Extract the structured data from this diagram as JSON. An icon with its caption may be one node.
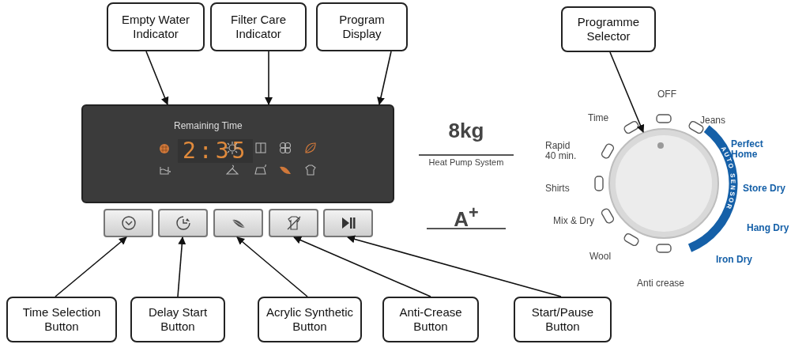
{
  "diagram": {
    "nodes": [
      {
        "text": [
          "Empty Water Indicator"
        ]
      },
      {
        "text": [
          "Filter Care Indicator"
        ]
      },
      {
        "text": [
          "Program Display"
        ]
      },
      {
        "text": [
          "Programme Selector"
        ]
      },
      {
        "text": [
          "Remaining Time",
          "2:35"
        ]
      },
      {
        "text": [],
        "shape": "circle"
      },
      {
        "text": [],
        "shape": "box"
      },
      {
        "text": [],
        "shape": "box"
      },
      {
        "text": [],
        "shape": "box"
      },
      {
        "text": [],
        "shape": "box"
      },
      {
        "text": [],
        "shape": "box"
      },
      {
        "text": [
          "Time Selection Button"
        ]
      },
      {
        "text": [
          "Delay Start Button"
        ]
      },
      {
        "text": [
          "Acrylic Synthetic Button"
        ]
      },
      {
        "text": [
          "Anti-Crease Button"
        ]
      },
      {
        "text": [
          "Start/Pause Button"
        ]
      }
    ],
    "edges": [
      {
        "from": 0,
        "to": 4,
        "arrow": "to"
      },
      {
        "from": 1,
        "to": 4,
        "arrow": "to"
      },
      {
        "from": 2,
        "to": 4,
        "arrow": "to"
      },
      {
        "from": 3,
        "to": 5,
        "arrow": "to"
      },
      {
        "from": 11,
        "to": 6,
        "arrow": "to"
      },
      {
        "from": 12,
        "to": 7,
        "arrow": "to"
      },
      {
        "from": 13,
        "to": 8,
        "arrow": "to"
      },
      {
        "from": 14,
        "to": 9,
        "arrow": "to"
      },
      {
        "from": 15,
        "to": 10,
        "arrow": "to"
      }
    ],
    "labels": [
      "8kg",
      "Heat Pump System",
      "A$^{+}$",
      "Time",
      "OFF",
      "Jeans",
      "Perfect Home",
      "Rapid 40 min.",
      "AUTO SENSOR",
      "Shirts",
      "Store Dry",
      "Mix & Dry",
      "Hang Dry",
      "Wool",
      "Iron Dry",
      "Anti crease"
    ]
  }
}
